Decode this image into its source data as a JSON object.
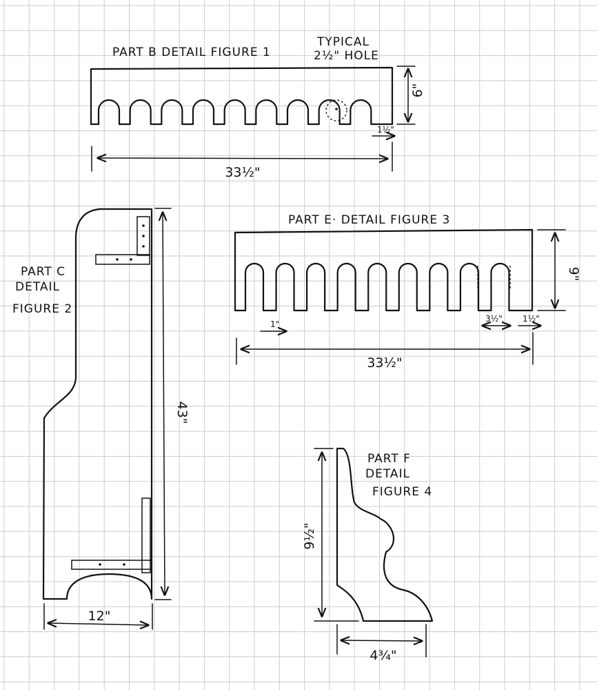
{
  "ink_color": "#111111",
  "grid_color": "#c9ccd4",
  "figure1": {
    "title": "PART B DETAIL FIGURE 1",
    "note_line1": "TYPICAL",
    "note_line2": "2½\" HOLE",
    "dim_height": "6\"",
    "dim_width": "33½\"",
    "dim_edge": "1½\""
  },
  "figure2": {
    "title_line1": "PART C",
    "title_line2": "DETAIL",
    "title_line3": "FIGURE 2",
    "dim_height": "43\"",
    "dim_width": "12\""
  },
  "figure3": {
    "title": "PART E· DETAIL FIGURE 3",
    "dim_height": "9\"",
    "dim_width": "33½\"",
    "dim_gap": "1\"",
    "dim_slot": "3½\"",
    "dim_edge": "1½\""
  },
  "figure4": {
    "title_line1": "PART F",
    "title_line2": "DETAIL",
    "title_line3": "FIGURE 4",
    "dim_height": "9½\"",
    "dim_width": "4¾\""
  }
}
